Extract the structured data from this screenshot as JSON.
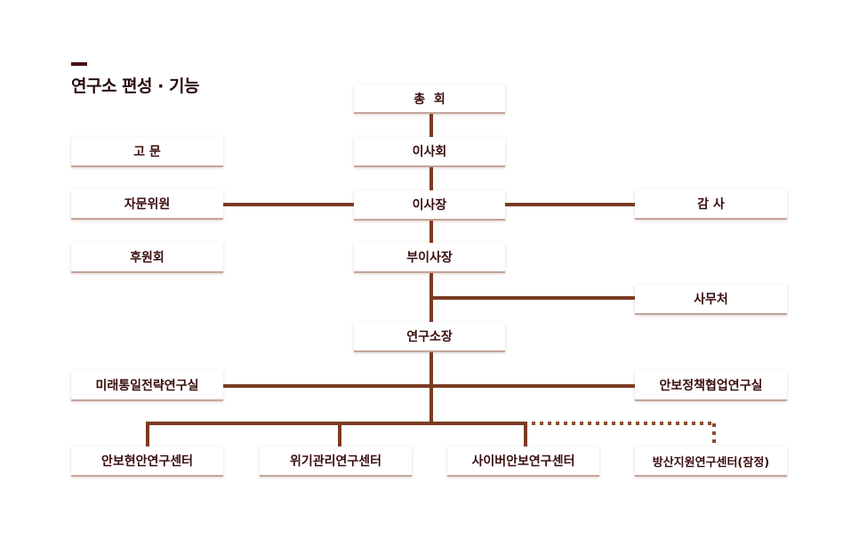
{
  "title": "연구소 편성 · 기능",
  "nodes": {
    "general_assembly": "총  회",
    "board": "이사회",
    "advisor": "고 문",
    "advisory_committee": "자문위원",
    "chairman": "이사장",
    "auditor": "감 사",
    "supporters": "후원회",
    "vice_chairman": "부이사장",
    "secretariat": "사무처",
    "director": "연구소장",
    "unification_lab": "미래통일전략연구실",
    "policy_lab": "안보정책협업연구실",
    "security_center": "안보현안연구센터",
    "crisis_center": "위기관리연구센터",
    "cyber_center": "사이버안보연구센터",
    "defense_center": "방산지원연구센터(잠정)"
  },
  "colors": {
    "line": "#7a3b22",
    "dotted": "#8a4a30",
    "box_border": "#c4a59a",
    "text": "#3a0d0d"
  }
}
